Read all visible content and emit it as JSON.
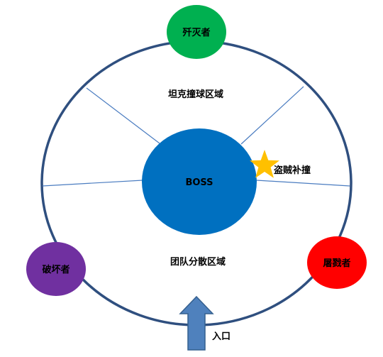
{
  "zones": {
    "tank": "坦克撞球区域",
    "team_spread": "团队分散区域"
  },
  "boss": {
    "label": "BOSS",
    "color": "#0070c0"
  },
  "thief_marker": {
    "label": "盗贼补撞",
    "icon": "star-icon",
    "color": "#ffc000"
  },
  "roles": {
    "annihilator": {
      "label": "歼灭者",
      "color": "#00b050"
    },
    "destroyer": {
      "label": "破坏者",
      "color": "#7030a0"
    },
    "slaughterer": {
      "label": "屠戮者",
      "color": "#ff0000"
    }
  },
  "entrance": {
    "label": "入口",
    "icon": "arrow-up-icon",
    "color": "#4f81bd"
  },
  "ring_color": "#2f4f7f",
  "divider_color": "#4a7cc0"
}
